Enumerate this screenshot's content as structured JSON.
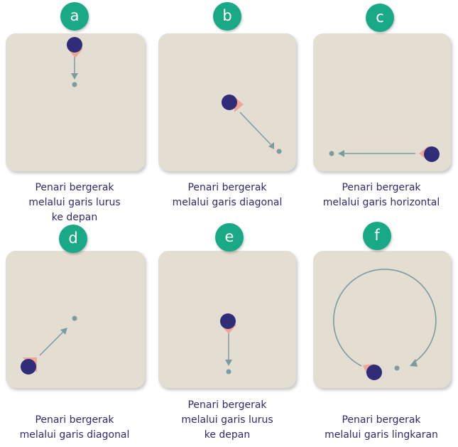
{
  "colors": {
    "panel": "#e4ddd2",
    "badge": "#1aa986",
    "dancer_body": "#2f2c78",
    "dancer_marker": "#f1a597",
    "path": "#7c9ba0",
    "caption_text": "#2e2a6e"
  },
  "icons": {
    "dancer": "dancer-icon",
    "target": "target-dot-icon",
    "arrow": "arrow-icon"
  },
  "panels": [
    {
      "letter": "a",
      "caption": [
        "Penari bergerak",
        "melalui garis lurus",
        "ke depan"
      ]
    },
    {
      "letter": "b",
      "caption": [
        "Penari bergerak",
        "melalui garis diagonal"
      ]
    },
    {
      "letter": "c",
      "caption": [
        "Penari bergerak",
        "melalui garis horizontal"
      ]
    },
    {
      "letter": "d",
      "caption": [
        "Penari bergerak",
        "melalui garis diagonal"
      ]
    },
    {
      "letter": "e",
      "caption": [
        "Penari bergerak",
        "melalui garis lurus",
        "ke depan"
      ]
    },
    {
      "letter": "f",
      "caption": [
        "Penari bergerak",
        "melalui garis lingkaran"
      ]
    }
  ]
}
